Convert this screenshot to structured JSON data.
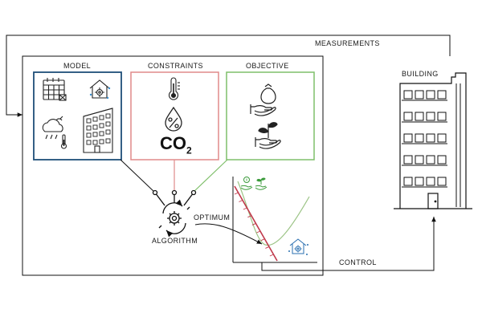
{
  "diagram": {
    "labels": {
      "measurements": "MEASUREMENTS",
      "model": "MODEL",
      "constraints": "CONSTRAINTS",
      "objective": "OBJECTIVE",
      "building": "BUILDING",
      "optimum": "OPTIMUM",
      "algorithm": "ALGORITHM",
      "control": "CONTROL",
      "co2_main": "CO",
      "co2_sub": "2"
    },
    "colors": {
      "model_border": "#1f4e79",
      "constraints_border": "#e08a8a",
      "objective_border": "#7fbf6a",
      "line": "#111111",
      "red_curve": "#c0394b",
      "green_curve": "#9cc486",
      "accent_green": "#3a9a3a",
      "accent_blue": "#2a6fb0"
    },
    "icons": {
      "model": [
        "calendar-icon",
        "house-gear-icon",
        "weather-icon",
        "office-building-icon"
      ],
      "constraints": [
        "thermometer-icon",
        "humidity-drop-icon",
        "co2-icon"
      ],
      "objective": [
        "money-hand-icon",
        "plant-hand-icon"
      ],
      "algorithm": "algorithm-gear-icon",
      "chart": [
        "chart-money-icon",
        "chart-plant-icon",
        "chart-house-gear-icon"
      ]
    }
  }
}
